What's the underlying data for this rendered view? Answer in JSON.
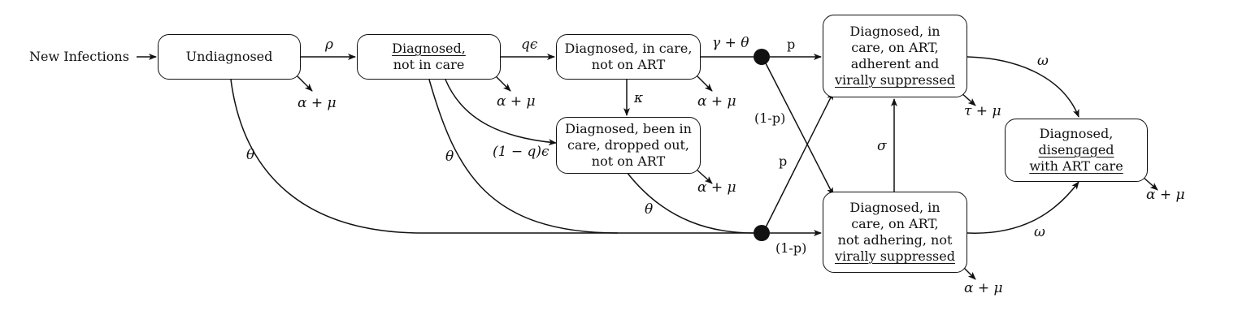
{
  "source_label": "New Infections",
  "nodes": {
    "undiagnosed": [
      "Undiagnosed"
    ],
    "not_in_care": [
      "Diagnosed,",
      "not in care"
    ],
    "in_care": [
      "Diagnosed, in care,",
      "not on ART"
    ],
    "dropped_out": [
      "Diagnosed, been in",
      "care, dropped out,",
      "not on ART"
    ],
    "suppressed": [
      "Diagnosed, in",
      "care, on ART,",
      "adherent and",
      "virally suppressed"
    ],
    "not_adhering": [
      "Diagnosed, in",
      "care, on ART,",
      "not adhering, not",
      "virally suppressed"
    ],
    "disengaged": [
      "Diagnosed,",
      "disengaged",
      "with ART care"
    ]
  },
  "edge_labels": {
    "rho": "ρ",
    "q_epsilon": "qϵ",
    "gamma_theta": "γ + θ",
    "kappa": "κ",
    "one_minus_q_epsilon": "(1 − q)ϵ",
    "theta_undiagnosed": "θ",
    "theta_not_in_care": "θ",
    "theta_dropped_out": "θ",
    "p_upper": "p",
    "one_minus_p_upper": "(1-p)",
    "p_lower": "p",
    "one_minus_p_lower": "(1-p)",
    "sigma": "σ",
    "omega_upper": "ω",
    "omega_lower": "ω"
  },
  "exit_labels": {
    "undiagnosed": "α + μ",
    "not_in_care": "α + μ",
    "in_care": "α + μ",
    "dropped_out": "α + μ",
    "suppressed": "τ + μ",
    "not_adhering": "α + μ",
    "disengaged": "α + μ"
  }
}
